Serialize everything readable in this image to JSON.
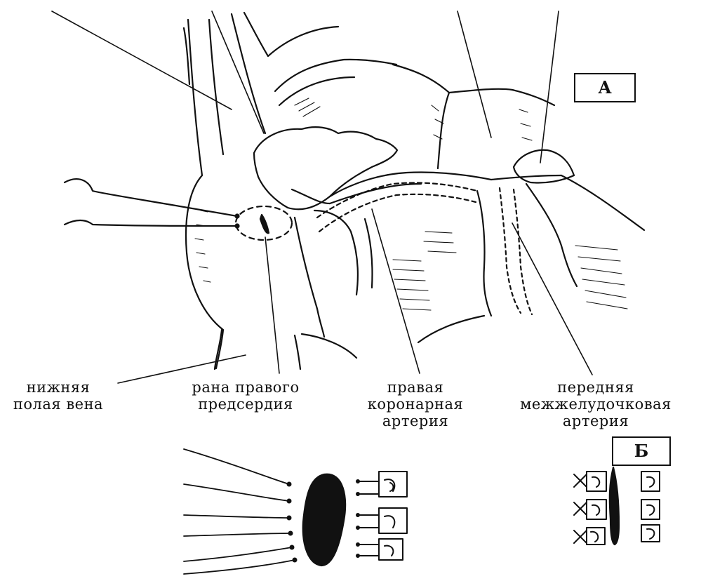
{
  "panel_a": {
    "letter": "А"
  },
  "panel_b": {
    "letter": "Б"
  },
  "labels": {
    "ivc": "нижняя полая вена",
    "wound": "рана правого предсердия",
    "rca": "правая коронарная артерия",
    "lad": "передняя межжелудочковая артерия"
  }
}
